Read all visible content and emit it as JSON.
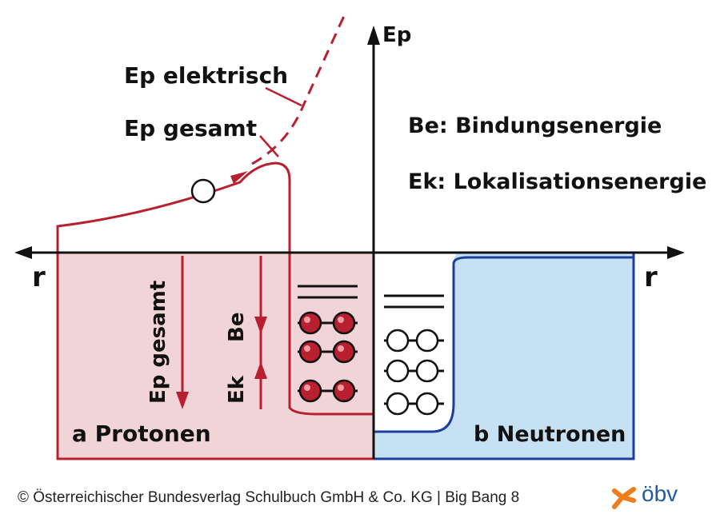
{
  "axes": {
    "y_label": "Ep",
    "x_label_left": "r",
    "x_label_right": "r"
  },
  "curve_labels": {
    "ep_elektrisch": "Ep elektrisch",
    "ep_gesamt": "Ep gesamt"
  },
  "legend": {
    "be": "Be: Bindungsenergie",
    "ek": "Ek: Lokalisationsenergie"
  },
  "arrows": {
    "ep_gesamt": "Ep gesamt",
    "be": "Be",
    "ek": "Ek"
  },
  "wells": {
    "protonen": "a Protonen",
    "neutronen": "b Neutronen"
  },
  "footer": {
    "copyright": "© Österreichischer Bundesverlag Schulbuch GmbH & Co. KG |  Big Bang 8",
    "logo_text": "öbv"
  },
  "colors": {
    "proton_fill": "#f1d4d7",
    "proton_line": "#b8202f",
    "neutron_fill": "#c7e1f4",
    "neutron_line": "#1c3f9e",
    "logo_orange": "#ef7d1a",
    "logo_blue": "#1f5aa6"
  }
}
